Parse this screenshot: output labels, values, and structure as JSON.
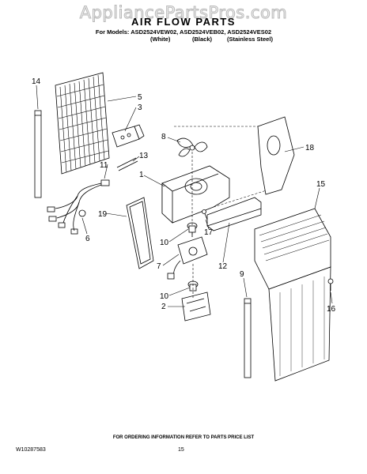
{
  "watermark": "AppliancePartsPros.com",
  "title": "AIR FLOW PARTS",
  "models_line": "For Models: ASD2524VEW02, ASD2524VEB02, ASD2524VES02",
  "variants": [
    "(White)",
    "(Black)",
    "(Stainless Steel)"
  ],
  "callouts": [
    "14",
    "5",
    "3",
    "13",
    "11",
    "6",
    "8",
    "1",
    "19",
    "10",
    "17",
    "7",
    "12",
    "10",
    "2",
    "18",
    "15",
    "9",
    "16"
  ],
  "footer_note": "FOR ORDERING INFORMATION REFER TO PARTS PRICE LIST",
  "document_id": "W10287583",
  "page_number": "15"
}
